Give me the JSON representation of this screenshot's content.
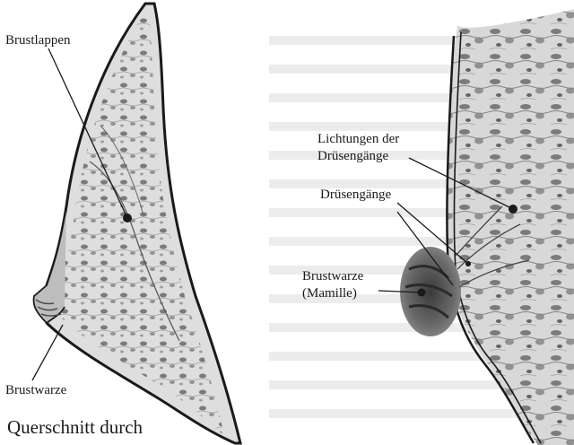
{
  "labels": {
    "brustlappen": "Brustlappen",
    "brustwarze_left": "Brustwarze",
    "caption": "Querschnitt durch",
    "lichtungen_line1": "Lichtungen der",
    "lichtungen_line2": "Drüsengänge",
    "druesengaenge": "Drüsengänge",
    "brustwarze_right_line1": "Brustwarze",
    "brustwarze_right_line2": "(Mamille)"
  },
  "colors": {
    "ink": "#1a1a1a",
    "tissue_light": "#dcdcdc",
    "tissue_mid": "#9a9a9a",
    "tissue_dark": "#4a4a4a",
    "background_text": "#ebebeb"
  }
}
